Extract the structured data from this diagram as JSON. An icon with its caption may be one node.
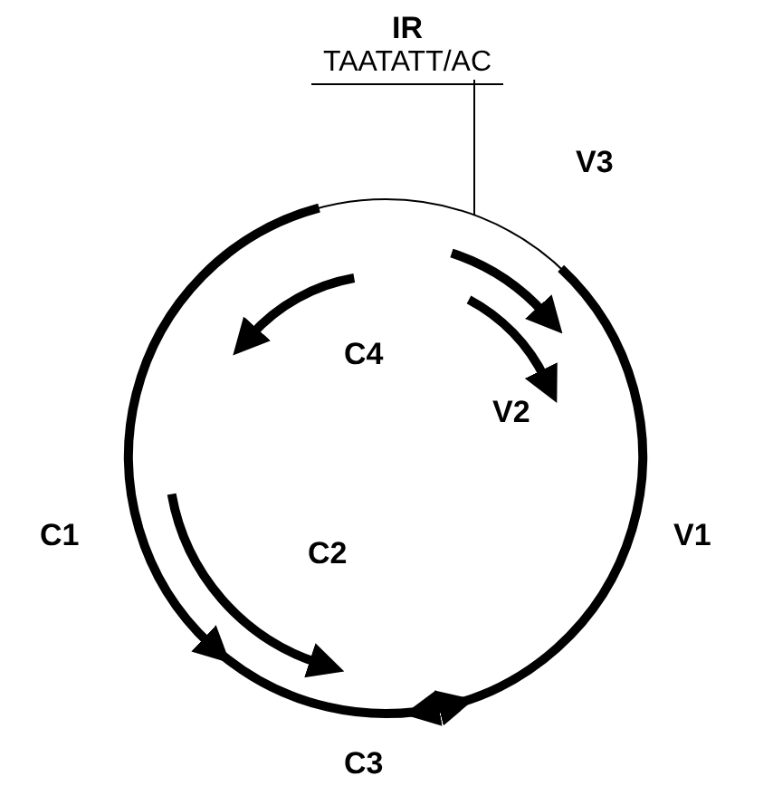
{
  "diagram": {
    "nodes": [
      {
        "text": [
          "IR",
          "TAATATT/AC"
        ]
      },
      {
        "text": [],
        "shape": "circle"
      }
    ],
    "edges": [
      {
        "from": 0,
        "to": 1,
        "arrow": "none"
      }
    ],
    "labels": [
      "V3",
      "C4",
      "V2",
      "V1",
      "C1",
      "C2",
      "C3"
    ]
  }
}
